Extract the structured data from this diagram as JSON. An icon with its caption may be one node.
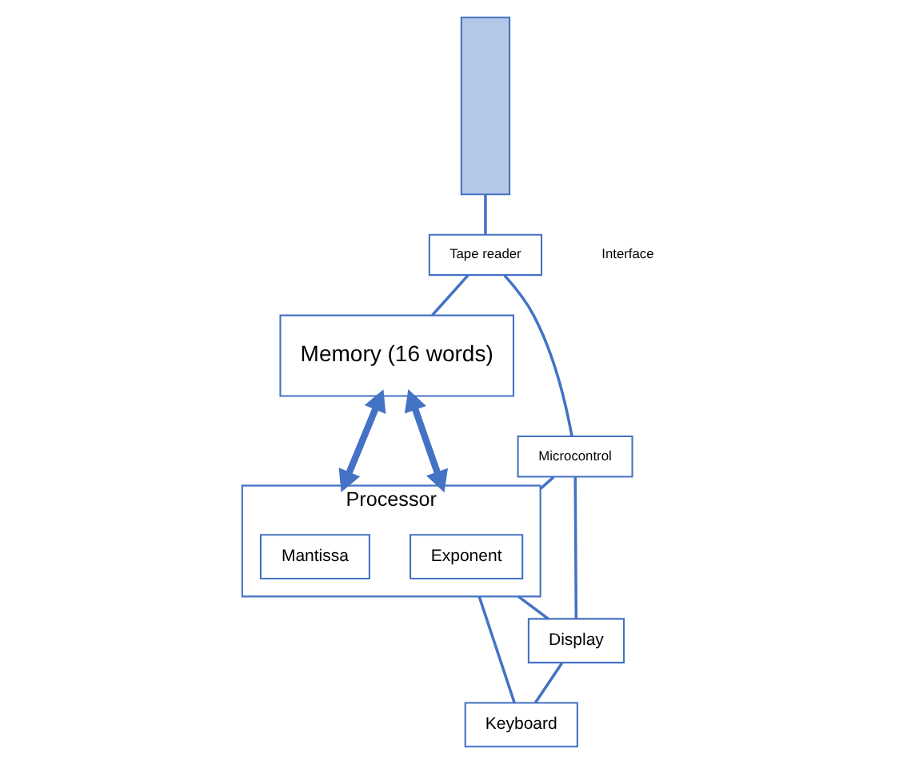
{
  "diagram": {
    "nodes": [
      {
        "text": [
          "Memory (16 words)"
        ]
      },
      {
        "text": [],
        "shape": "bar"
      },
      {
        "text": [
          "Tape reader"
        ]
      },
      {
        "text": [
          "Microcontrol"
        ]
      },
      {
        "text": [
          "Processor"
        ]
      },
      {
        "text": [
          "Exponent"
        ],
        "in": 4
      },
      {
        "text": [
          "Mantissa"
        ],
        "in": 4
      },
      {
        "text": [
          "Display"
        ]
      },
      {
        "text": [
          "Keyboard"
        ]
      }
    ],
    "edges": [
      {
        "from": 1,
        "to": 2,
        "arrow": "none"
      },
      {
        "from": 2,
        "to": 0,
        "arrow": "none"
      },
      {
        "from": 2,
        "to": 3,
        "arrow": "none"
      },
      {
        "from": 0,
        "to": 4,
        "arrow": "both",
        "style": "thick"
      },
      {
        "from": 0,
        "to": 4,
        "arrow": "both",
        "style": "thick"
      },
      {
        "from": 3,
        "to": 4,
        "arrow": "none"
      },
      {
        "from": 3,
        "to": 7,
        "arrow": "none"
      },
      {
        "from": 4,
        "to": 7,
        "arrow": "none"
      },
      {
        "from": 4,
        "to": 8,
        "arrow": "none"
      },
      {
        "from": 7,
        "to": 8,
        "arrow": "none"
      }
    ],
    "labels": [
      "Interface"
    ]
  }
}
